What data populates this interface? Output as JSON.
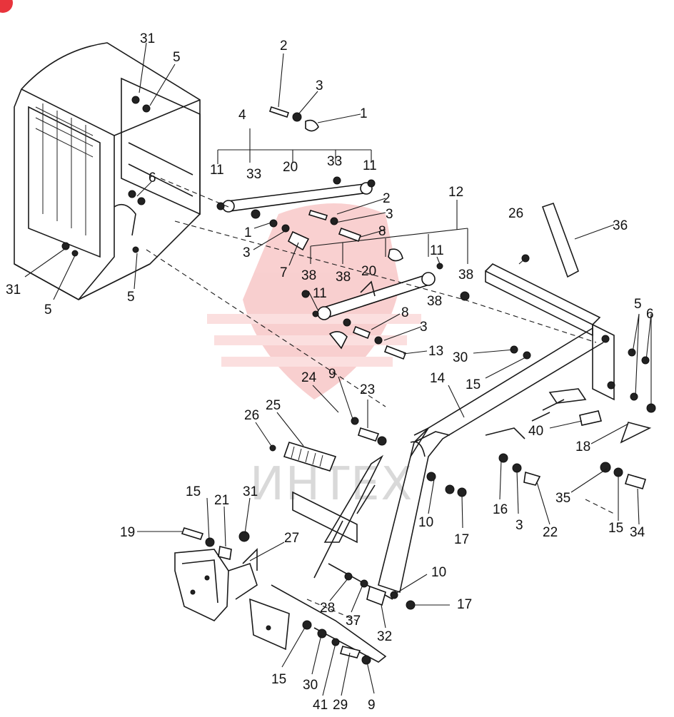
{
  "watermark": {
    "text": "ИНТЕХ",
    "color": "#f4a9a9"
  },
  "corner_badge": {
    "color": "#e8343c"
  },
  "callouts": [
    "31",
    "5",
    "31",
    "5",
    "5",
    "6",
    "2",
    "3",
    "1",
    "4",
    "33",
    "20",
    "33",
    "11",
    "11",
    "1",
    "3",
    "7",
    "2",
    "3",
    "8",
    "12",
    "11",
    "38",
    "20",
    "38",
    "38",
    "38",
    "11",
    "8",
    "3",
    "13",
    "26",
    "36",
    "5",
    "6",
    "30",
    "15",
    "14",
    "24",
    "9",
    "23",
    "25",
    "26",
    "40",
    "18",
    "15",
    "21",
    "31",
    "19",
    "27",
    "16",
    "3",
    "22",
    "35",
    "15",
    "34",
    "10",
    "17",
    "10",
    "17",
    "28",
    "37",
    "32",
    "15",
    "30",
    "41",
    "29",
    "9"
  ]
}
